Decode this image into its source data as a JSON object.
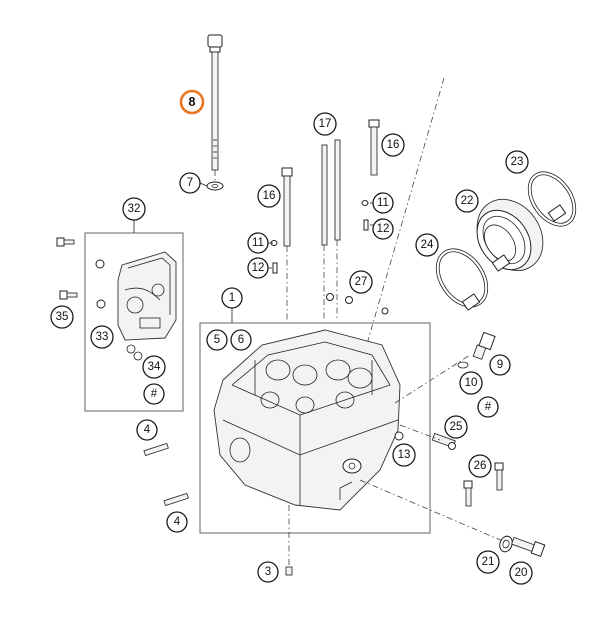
{
  "diagram": {
    "highlight_color": "#e8761e",
    "callouts": [
      {
        "id": "c8",
        "label": "8",
        "highlight": true
      },
      {
        "id": "c7",
        "label": "7"
      },
      {
        "id": "c17",
        "label": "17"
      },
      {
        "id": "c16a",
        "label": "16"
      },
      {
        "id": "c16b",
        "label": "16"
      },
      {
        "id": "c11a",
        "label": "11"
      },
      {
        "id": "c12a",
        "label": "12"
      },
      {
        "id": "c11b",
        "label": "11"
      },
      {
        "id": "c12b",
        "label": "12"
      },
      {
        "id": "c23",
        "label": "23"
      },
      {
        "id": "c22",
        "label": "22"
      },
      {
        "id": "c24",
        "label": "24"
      },
      {
        "id": "c32",
        "label": "32"
      },
      {
        "id": "c35",
        "label": "35"
      },
      {
        "id": "c33",
        "label": "33"
      },
      {
        "id": "c34",
        "label": "34"
      },
      {
        "id": "chash1",
        "label": "#"
      },
      {
        "id": "c1",
        "label": "1"
      },
      {
        "id": "c5",
        "label": "5"
      },
      {
        "id": "c6",
        "label": "6"
      },
      {
        "id": "c27",
        "label": "27"
      },
      {
        "id": "c9",
        "label": "9"
      },
      {
        "id": "c10",
        "label": "10"
      },
      {
        "id": "chash2",
        "label": "#"
      },
      {
        "id": "c25",
        "label": "25"
      },
      {
        "id": "c13",
        "label": "13"
      },
      {
        "id": "c26",
        "label": "26"
      },
      {
        "id": "c4a",
        "label": "4"
      },
      {
        "id": "c4b",
        "label": "4"
      },
      {
        "id": "c3",
        "label": "3"
      },
      {
        "id": "c21",
        "label": "21"
      },
      {
        "id": "c20",
        "label": "20"
      }
    ]
  }
}
